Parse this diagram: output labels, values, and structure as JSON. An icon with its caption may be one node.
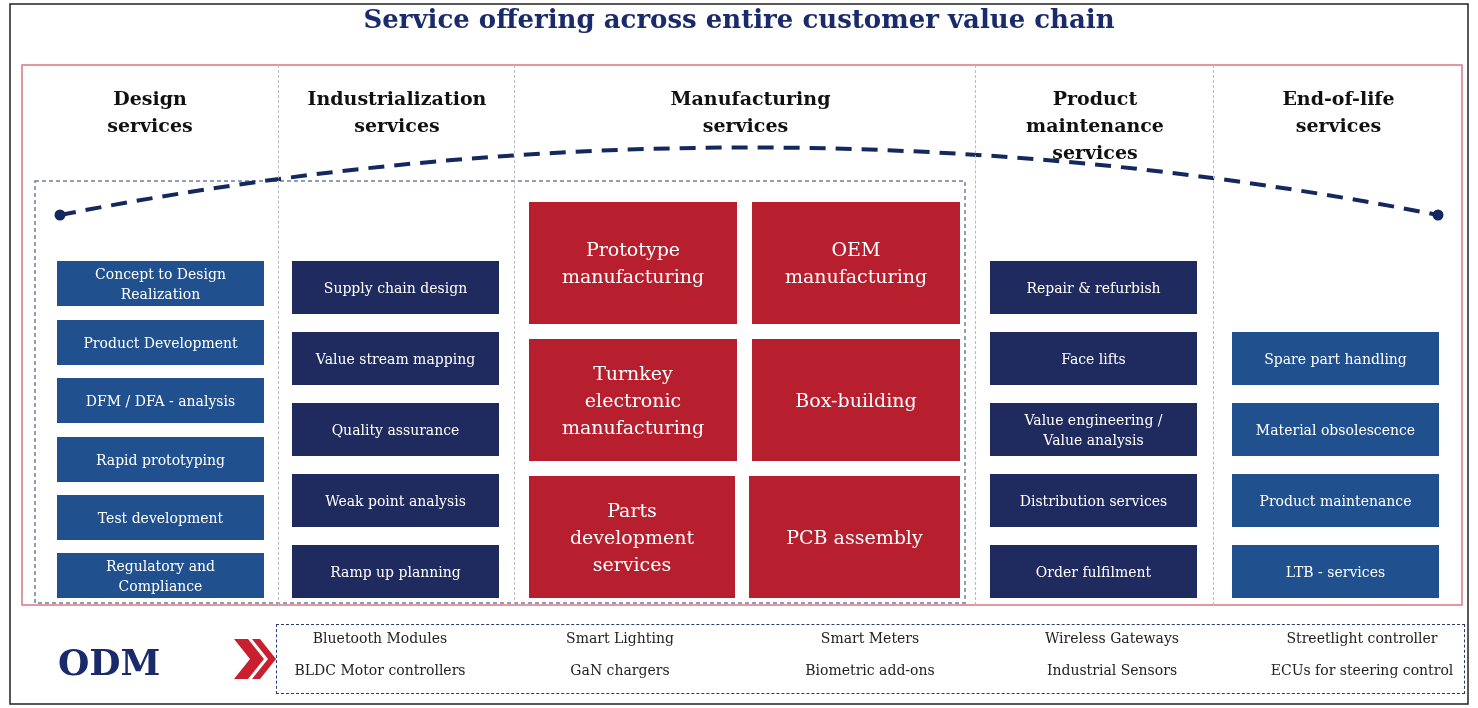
{
  "diagram": {
    "title": "Service offering across entire customer value chain",
    "nodes": [
      {
        "text": [
          "Design services"
        ]
      },
      {
        "text": [
          "Concept to Design Realization"
        ],
        "in": 0
      },
      {
        "text": [
          "Product Development"
        ],
        "in": 0
      },
      {
        "text": [
          "DFM / DFA - analysis"
        ],
        "in": 0
      },
      {
        "text": [
          "Rapid prototyping"
        ],
        "in": 0
      },
      {
        "text": [
          "Test development"
        ],
        "in": 0
      },
      {
        "text": [
          "Regulatory and Compliance"
        ],
        "in": 0
      },
      {
        "text": [
          "Industrialization services"
        ]
      },
      {
        "text": [
          "Supply chain design"
        ],
        "in": 7
      },
      {
        "text": [
          "Value stream mapping"
        ],
        "in": 7
      },
      {
        "text": [
          "Quality assurance"
        ],
        "in": 7
      },
      {
        "text": [
          "Weak point analysis"
        ],
        "in": 7
      },
      {
        "text": [
          "Ramp up planning"
        ],
        "in": 7
      },
      {
        "text": [
          "Manufacturing services"
        ]
      },
      {
        "text": [
          "Prototype manufacturing"
        ],
        "in": 13
      },
      {
        "text": [
          "OEM manufacturing"
        ],
        "in": 13
      },
      {
        "text": [
          "Turnkey electronic manufacturing"
        ],
        "in": 13
      },
      {
        "text": [
          "Box-building"
        ],
        "in": 13
      },
      {
        "text": [
          "Parts development services"
        ],
        "in": 13
      },
      {
        "text": [
          "PCB assembly"
        ],
        "in": 13
      },
      {
        "text": [
          "Product maintenance services"
        ]
      },
      {
        "text": [
          "Repair & refurbish"
        ],
        "in": 20
      },
      {
        "text": [
          "Face lifts"
        ],
        "in": 20
      },
      {
        "text": [
          "Value engineering / Value analysis"
        ],
        "in": 20
      },
      {
        "text": [
          "Distribution services"
        ],
        "in": 20
      },
      {
        "text": [
          "Order fulfilment"
        ],
        "in": 20
      },
      {
        "text": [
          "End-of-life services"
        ]
      },
      {
        "text": [
          "Spare part handling"
        ],
        "in": 26
      },
      {
        "text": [
          "Material obsolescence"
        ],
        "in": 26
      },
      {
        "text": [
          "Product maintenance"
        ],
        "in": 26
      },
      {
        "text": [
          "LTB - services"
        ],
        "in": 26
      },
      {
        "text": [
          "ODM"
        ]
      },
      {
        "text": [],
        "shape": "box"
      }
    ],
    "edges": [
      {
        "from": 31,
        "to": 32,
        "arrow": "to"
      }
    ],
    "labels": [
      "Bluetooth Modules",
      "Smart Lighting",
      "Smart Meters",
      "Wireless Gateways",
      "Streetlight controller",
      "BLDC Motor controllers",
      "GaN chargers",
      "Biometric add-ons",
      "Industrial Sensors",
      "ECUs for steering control"
    ]
  }
}
